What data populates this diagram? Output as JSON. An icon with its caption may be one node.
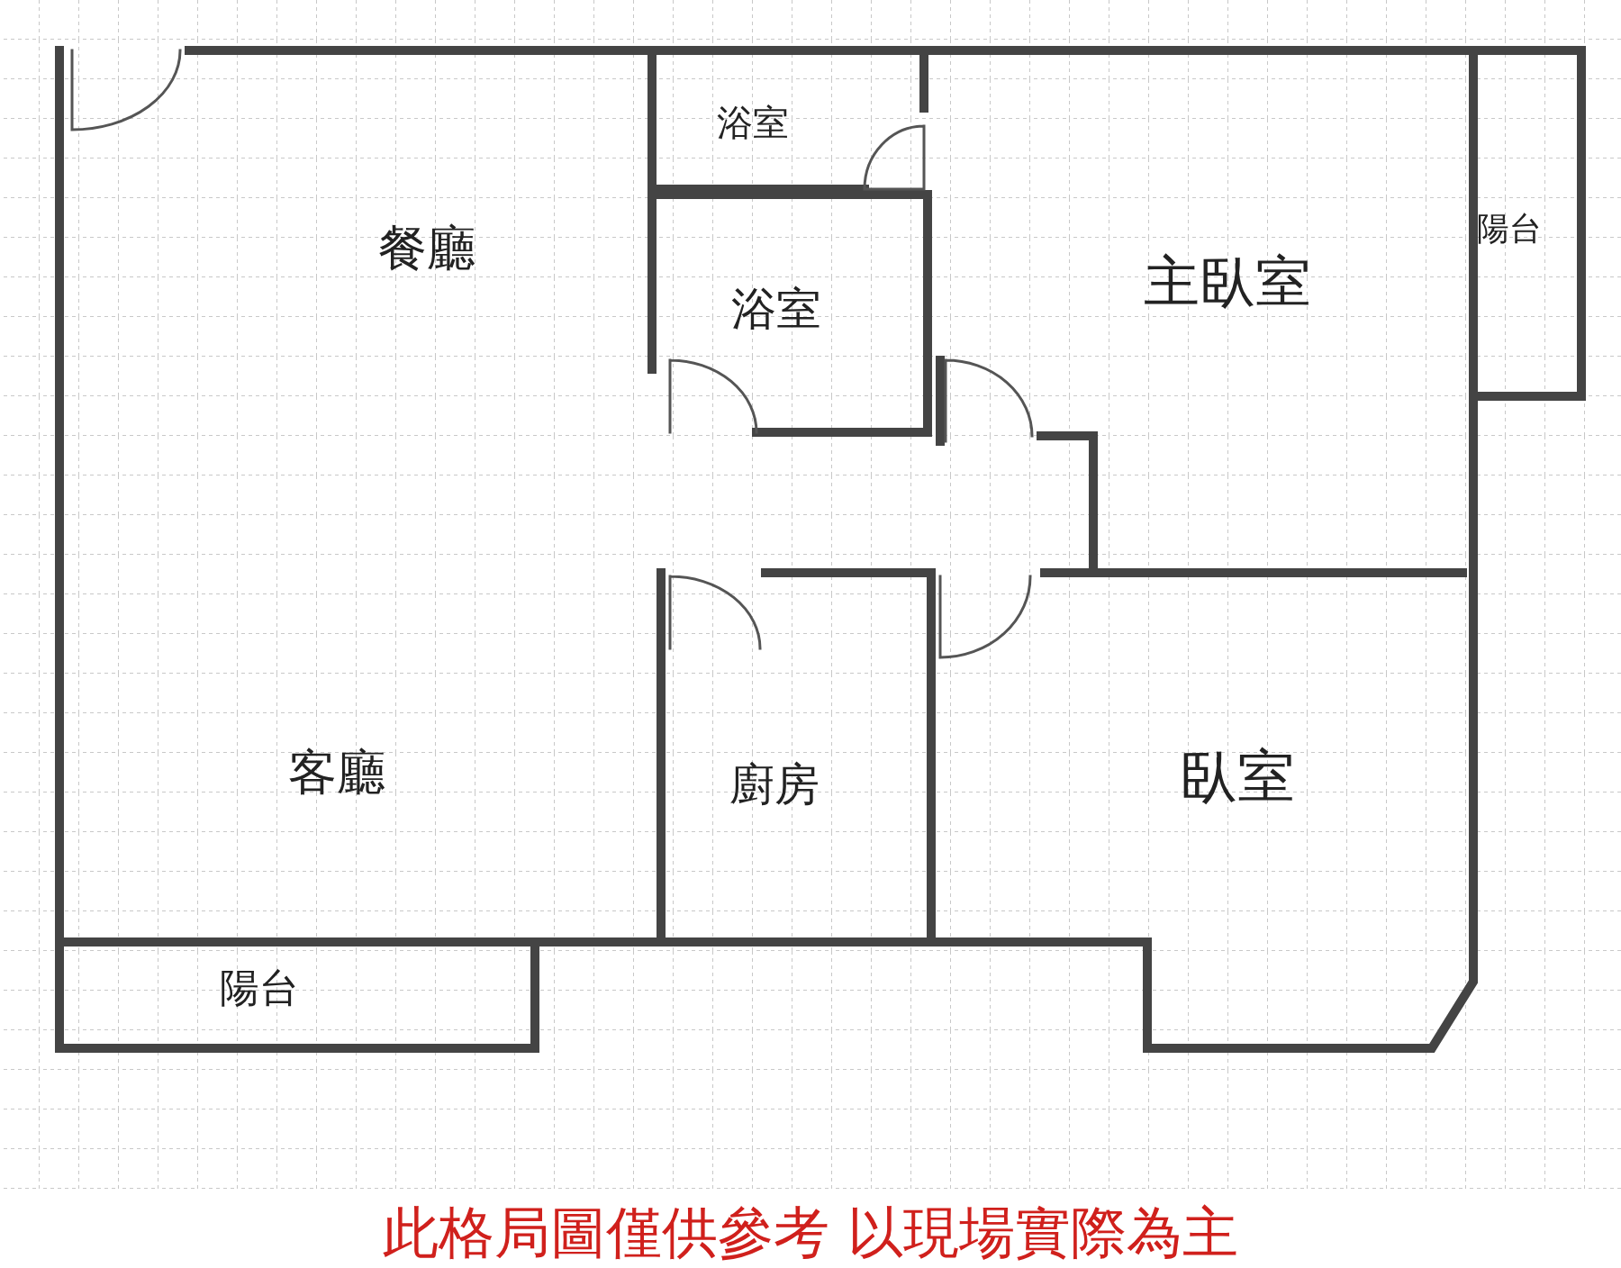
{
  "diagram": {
    "caption": "此格局圖僅供參考 以現場實際為主",
    "labels": [
      "浴室",
      "陽台",
      "餐廳",
      "主臥室",
      "浴室",
      "客廳",
      "廚房",
      "臥室",
      "陽台"
    ]
  }
}
